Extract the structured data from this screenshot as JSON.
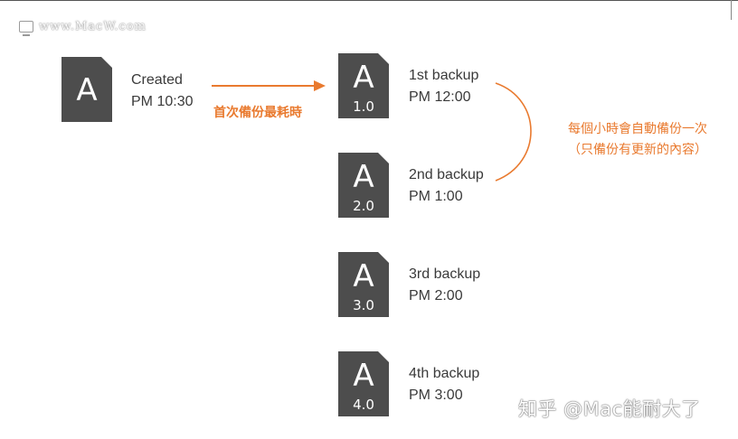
{
  "watermark": {
    "site": "www.MacW.com",
    "icon": "monitor-icon"
  },
  "colors": {
    "doc_fill": "#4d4d4d",
    "accent": "#e97a2f",
    "text": "#3a3a3a"
  },
  "original": {
    "letter": "A",
    "line1": "Created",
    "line2": "PM 10:30"
  },
  "first_backup_note": "首次備份最耗時",
  "hourly_note": {
    "line1": "每個小時會自動備份一次",
    "line2": "（只備份有更新的內容）"
  },
  "backups": [
    {
      "letter": "A",
      "version": "1.0",
      "title": "1st backup",
      "time": "PM 12:00"
    },
    {
      "letter": "A",
      "version": "2.0",
      "title": "2nd backup",
      "time": "PM 1:00"
    },
    {
      "letter": "A",
      "version": "3.0",
      "title": "3rd backup",
      "time": "PM 2:00"
    },
    {
      "letter": "A",
      "version": "4.0",
      "title": "4th backup",
      "time": "PM 3:00"
    }
  ],
  "credit": "知乎 @Mac能耐大了"
}
